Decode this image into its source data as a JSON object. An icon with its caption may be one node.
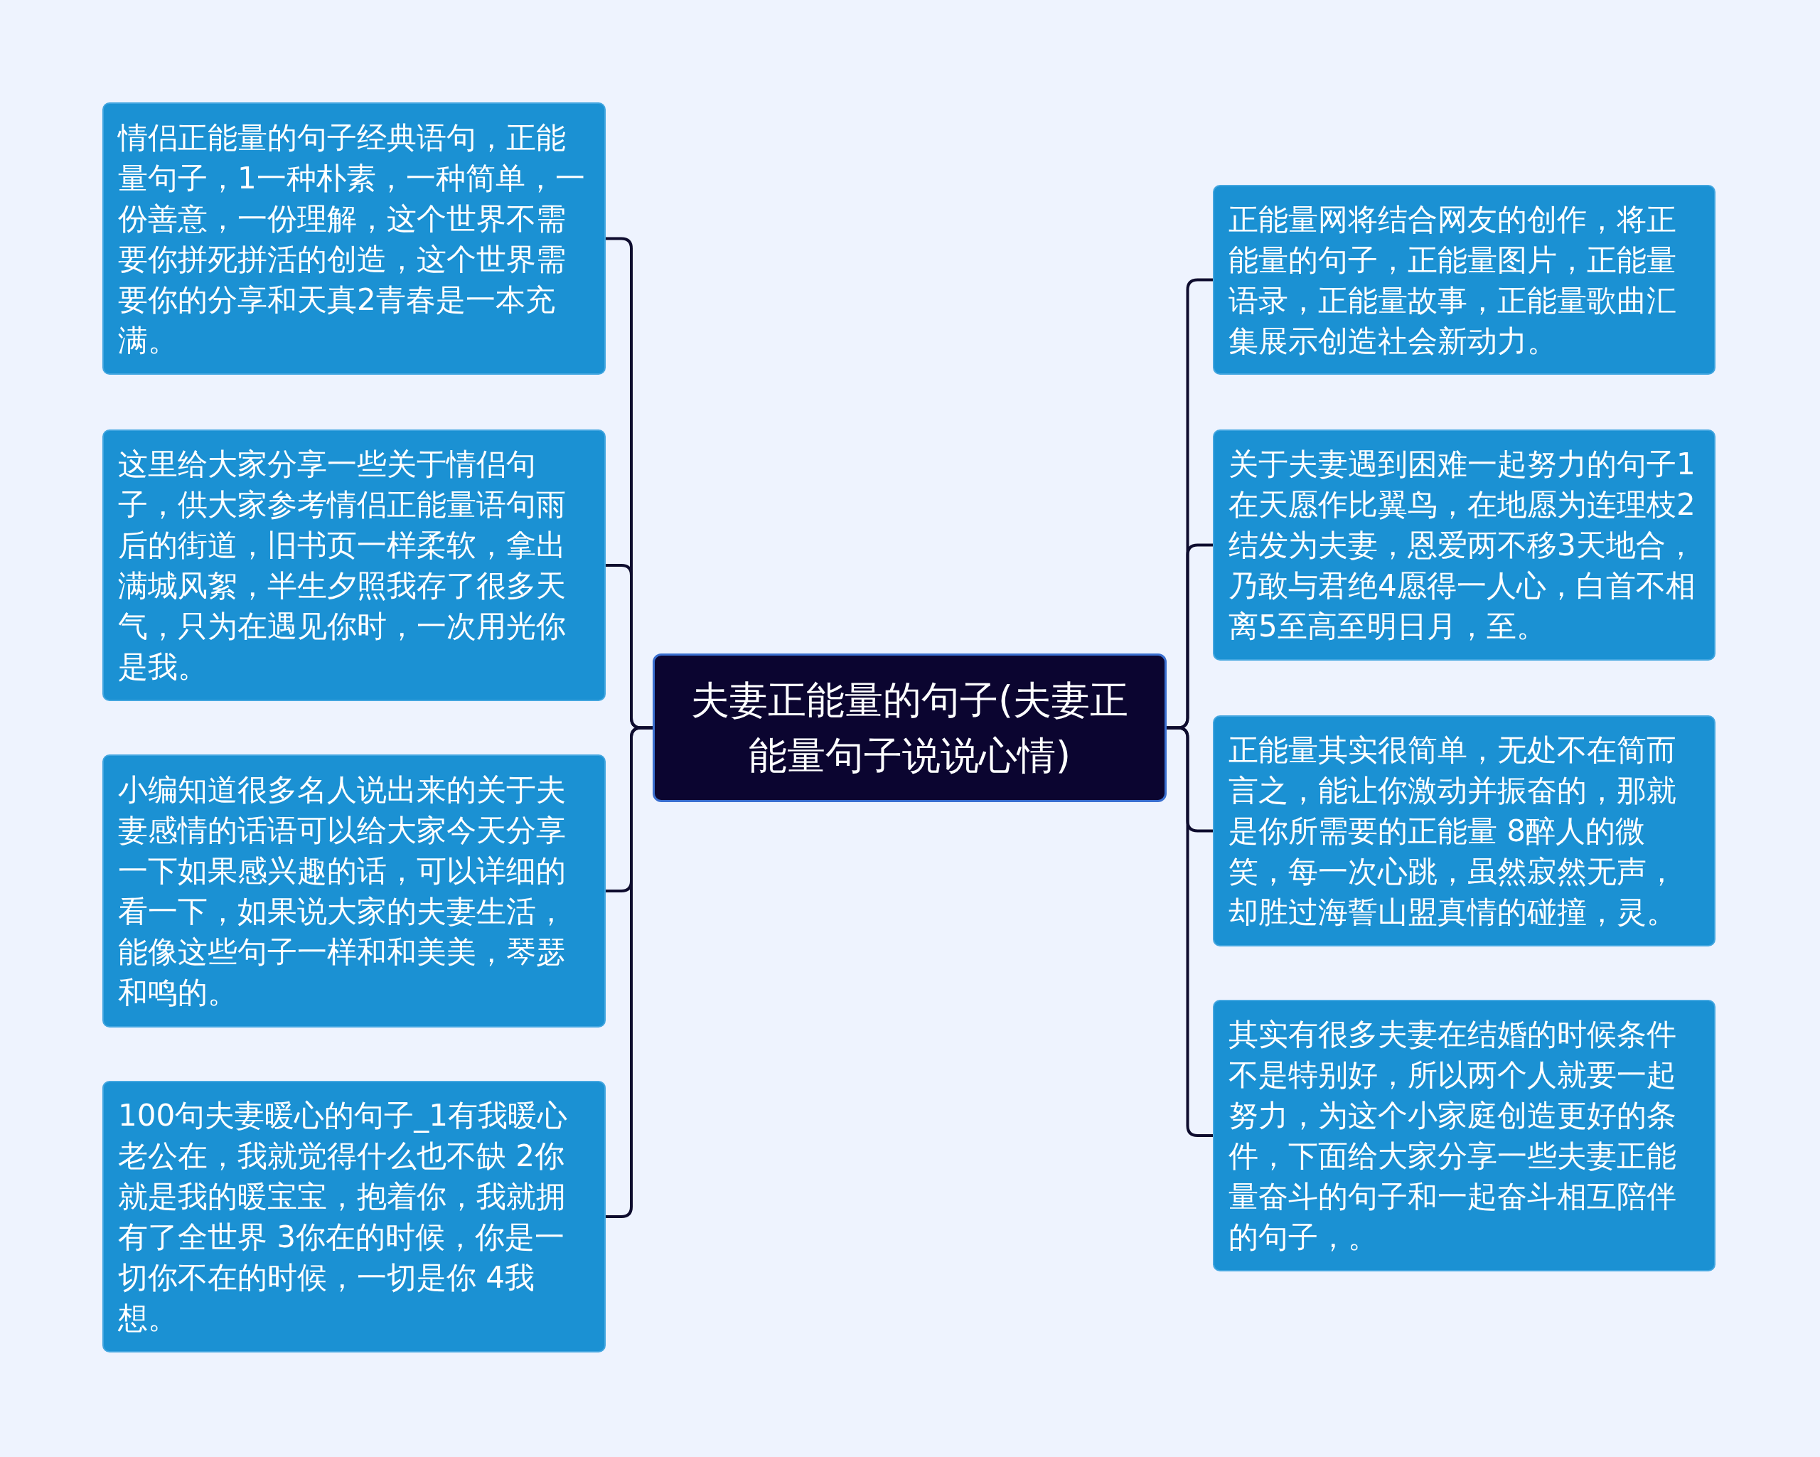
{
  "diagram": {
    "nodes": [
      {
        "text": [
          "夫妻正能量的句子(夫妻正能量句子说说心情)"
        ]
      },
      {
        "text": [
          "情侣正能量的句子经典语句，正能量句子，1一种朴素，一种简单，一份善意，一份理解，这个世界不需要你拼死拼活的创造，这个世界需要你的分享和天真2青春是一本充满。"
        ]
      },
      {
        "text": [
          "这里给大家分享一些关于情侣句子，供大家参考情侣正能量语句雨后的街道，旧书页一样柔软，拿出满城风絮，半生夕照我存了很多天气，只为在遇见你时，一次用光你是我。"
        ]
      },
      {
        "text": [
          "小编知道很多名人说出来的关于夫妻感情的话语可以给大家今天分享一下如果感兴趣的话，可以详细的看一下，如果说大家的夫妻生活，能像这些句子一样和和美美，琴瑟和鸣的。"
        ]
      },
      {
        "text": [
          "100句夫妻暖心的句子_1有我暖心老公在，我就觉得什么也不缺 2你就是我的暖宝宝，抱着你，我就拥有了全世界 3你在的时候，你是一切你不在的时候，一切是你 4我想。"
        ]
      },
      {
        "text": [
          "正能量网将结合网友的创作，将正能量的句子，正能量图片，正能量语录，正能量故事，正能量歌曲汇集展示创造社会新动力。"
        ]
      },
      {
        "text": [
          "关于夫妻遇到困难一起努力的句子1在天愿作比翼鸟，在地愿为连理枝2结发为夫妻，恩爱两不移3天地合，乃敢与君绝4愿得一人心，白首不相离5至高至明日月，至。"
        ]
      },
      {
        "text": [
          "正能量其实很简单，无处不在简而言之，能让你激动并振奋的，那就是你所需要的正能量 8醉人的微笑，每一次心跳，虽然寂然无声，却胜过海誓山盟真情的碰撞，灵。"
        ]
      },
      {
        "text": [
          "其实有很多夫妻在结婚的时候条件不是特别好，所以两个人就要一起努力，为这个小家庭创造更好的条件，下面给大家分享一些夫妻正能量奋斗的句子和一起奋斗相互陪伴的句子，。"
        ]
      }
    ],
    "edges": [
      {
        "from": 0,
        "to": 1,
        "arrow": "none"
      },
      {
        "from": 0,
        "to": 2,
        "arrow": "none"
      },
      {
        "from": 0,
        "to": 3,
        "arrow": "none"
      },
      {
        "from": 0,
        "to": 4,
        "arrow": "none"
      },
      {
        "from": 0,
        "to": 5,
        "arrow": "none"
      },
      {
        "from": 0,
        "to": 6,
        "arrow": "none"
      },
      {
        "from": 0,
        "to": 7,
        "arrow": "none"
      },
      {
        "from": 0,
        "to": 8,
        "arrow": "none"
      }
    ]
  }
}
